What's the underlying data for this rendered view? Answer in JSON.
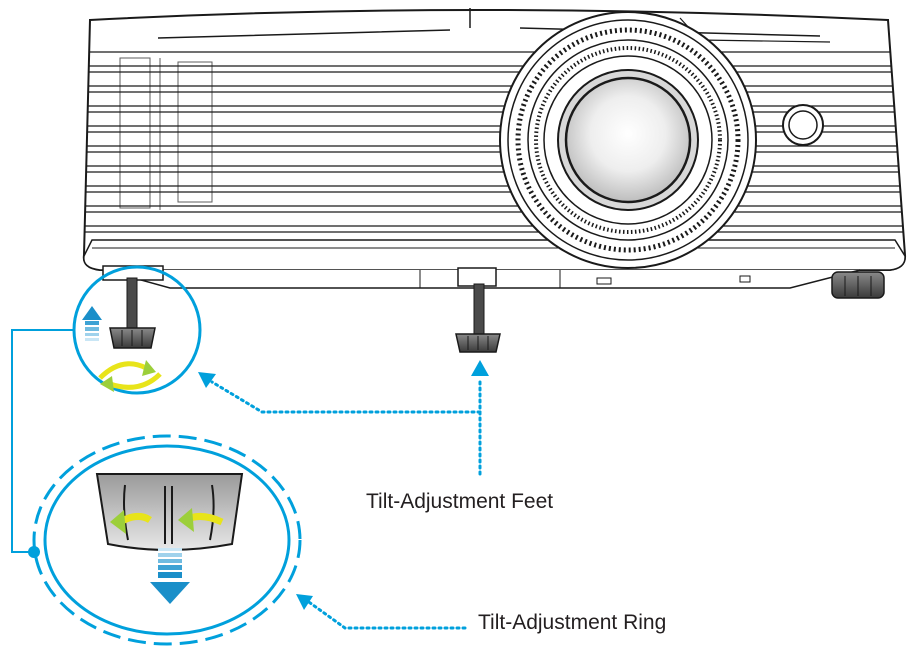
{
  "labels": {
    "feet": "Tilt-Adjustment Feet",
    "ring": "Tilt-Adjustment Ring"
  },
  "colors": {
    "callout": "#00a0dc",
    "arrow_blue": "#1a8fc9",
    "rotate_yellow": "#e8e41a",
    "rotate_green": "#9ccf3a",
    "outline": "#1a1a1a",
    "foot": "#555555"
  },
  "icons": [
    "projector-illustration",
    "lens-icon",
    "ir-sensor-icon",
    "rotate-arrows-icon",
    "up-arrow-icon",
    "down-arrow-icon"
  ]
}
